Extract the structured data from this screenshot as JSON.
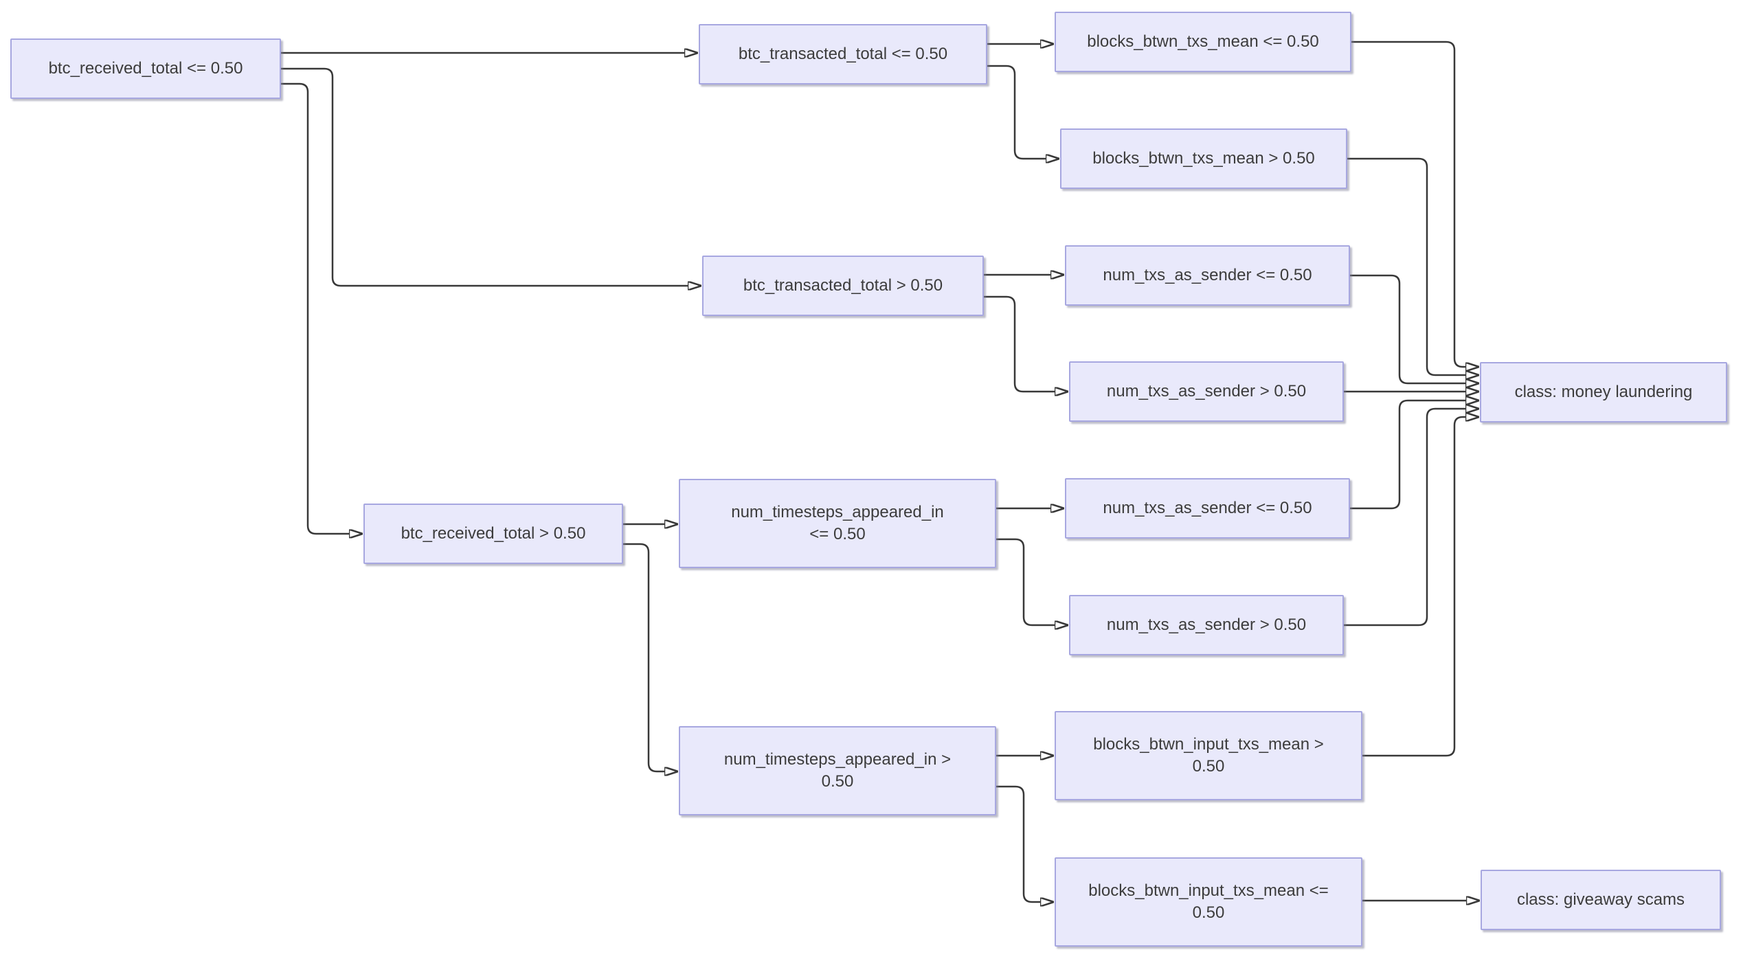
{
  "diagram": {
    "type": "decision-tree-flowchart",
    "background": "#ffffff",
    "node_fill": "#e9e9fb",
    "node_border": "#a7a7e0",
    "edge_color": "#383838",
    "text_color": "#3c3c3c",
    "nodes": [
      {
        "id": "root",
        "label": "btc_received_total <= 0.50"
      },
      {
        "id": "btc-transacted-le",
        "label": "btc_transacted_total <= 0.50"
      },
      {
        "id": "blocks-btwn-txs-mean-le",
        "label": "blocks_btwn_txs_mean <= 0.50"
      },
      {
        "id": "blocks-btwn-txs-mean-gt",
        "label": "blocks_btwn_txs_mean > 0.50"
      },
      {
        "id": "btc-transacted-gt",
        "label": "btc_transacted_total > 0.50"
      },
      {
        "id": "num-txs-sender-le-1",
        "label": "num_txs_as_sender <= 0.50"
      },
      {
        "id": "num-txs-sender-gt-1",
        "label": "num_txs_as_sender > 0.50"
      },
      {
        "id": "btc-received-gt",
        "label": "btc_received_total > 0.50"
      },
      {
        "id": "num-timesteps-le",
        "label": "num_timesteps_appeared_in <= 0.50"
      },
      {
        "id": "num-txs-sender-le-2",
        "label": "num_txs_as_sender <= 0.50"
      },
      {
        "id": "num-txs-sender-gt-2",
        "label": "num_txs_as_sender > 0.50"
      },
      {
        "id": "num-timesteps-gt",
        "label": "num_timesteps_appeared_in > 0.50"
      },
      {
        "id": "blocks-btwn-input-gt",
        "label": "blocks_btwn_input_txs_mean > 0.50"
      },
      {
        "id": "blocks-btwn-input-le",
        "label": "blocks_btwn_input_txs_mean <= 0.50"
      },
      {
        "id": "class-money-laundering",
        "label": "class: money laundering"
      },
      {
        "id": "class-giveaway-scams",
        "label": "class: giveaway scams"
      }
    ],
    "edges": [
      {
        "from": "root",
        "to": "btc-transacted-le"
      },
      {
        "from": "root",
        "to": "btc-transacted-gt"
      },
      {
        "from": "root",
        "to": "btc-received-gt"
      },
      {
        "from": "btc-transacted-le",
        "to": "blocks-btwn-txs-mean-le"
      },
      {
        "from": "btc-transacted-le",
        "to": "blocks-btwn-txs-mean-gt"
      },
      {
        "from": "btc-transacted-gt",
        "to": "num-txs-sender-le-1"
      },
      {
        "from": "btc-transacted-gt",
        "to": "num-txs-sender-gt-1"
      },
      {
        "from": "btc-received-gt",
        "to": "num-timesteps-le"
      },
      {
        "from": "btc-received-gt",
        "to": "num-timesteps-gt"
      },
      {
        "from": "num-timesteps-le",
        "to": "num-txs-sender-le-2"
      },
      {
        "from": "num-timesteps-le",
        "to": "num-txs-sender-gt-2"
      },
      {
        "from": "num-timesteps-gt",
        "to": "blocks-btwn-input-gt"
      },
      {
        "from": "num-timesteps-gt",
        "to": "blocks-btwn-input-le"
      },
      {
        "from": "blocks-btwn-txs-mean-le",
        "to": "class-money-laundering"
      },
      {
        "from": "blocks-btwn-txs-mean-gt",
        "to": "class-money-laundering"
      },
      {
        "from": "num-txs-sender-le-1",
        "to": "class-money-laundering"
      },
      {
        "from": "num-txs-sender-gt-1",
        "to": "class-money-laundering"
      },
      {
        "from": "num-txs-sender-le-2",
        "to": "class-money-laundering"
      },
      {
        "from": "num-txs-sender-gt-2",
        "to": "class-money-laundering"
      },
      {
        "from": "blocks-btwn-input-gt",
        "to": "class-money-laundering"
      },
      {
        "from": "blocks-btwn-input-le",
        "to": "class-giveaway-scams"
      }
    ]
  }
}
